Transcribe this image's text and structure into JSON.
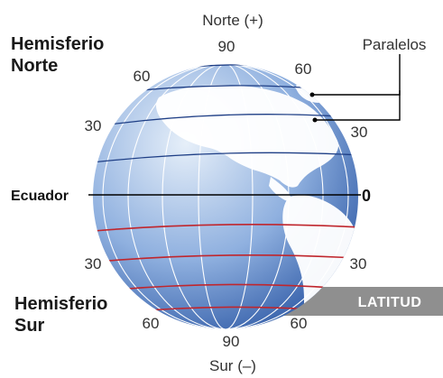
{
  "labels": {
    "north_pole": "Norte (+)",
    "south_pole": "Sur (–)",
    "northern_hemisphere": [
      "Hemisferio",
      "Norte"
    ],
    "southern_hemisphere": [
      "Hemisferio",
      "Sur"
    ],
    "parallels": "Paralelos",
    "equator": "Ecuador",
    "equator_value": "0",
    "latitude_tag": "LATITUD"
  },
  "latitude_ticks": {
    "north_90": "90",
    "north_60_left": "60",
    "north_60_right": "60",
    "north_30_left": "30",
    "north_30_right": "30",
    "south_30_left": "30",
    "south_30_right": "30",
    "south_60_left": "60",
    "south_60_right": "60",
    "south_90": "90"
  },
  "colors": {
    "ocean_light": "#e6eff9",
    "ocean_mid": "#8fb0df",
    "ocean_dark": "#2f5aa6",
    "land": "#ffffff",
    "north_parallels": "#1f3f86",
    "south_parallels": "#c0262d",
    "meridians": "#ffffff",
    "equator_line": "#000000",
    "latitude_tag_bg": "#8f8f8f"
  }
}
